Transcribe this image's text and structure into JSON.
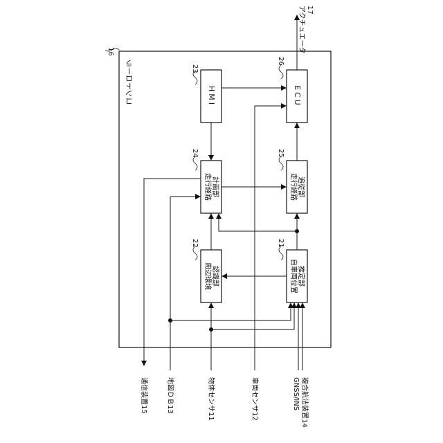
{
  "controller": {
    "label": "コントローラ",
    "ref": "16"
  },
  "blocks": {
    "hmi": {
      "label": "HMI",
      "ref": "23"
    },
    "ecu": {
      "label": "ECU",
      "ref": "26"
    },
    "route": {
      "line1": "走行経路",
      "line2": "計画部",
      "ref": "24"
    },
    "follow": {
      "line1": "走行経路",
      "line2": "追従部",
      "ref": "25"
    },
    "surround": {
      "line1": "周辺環境",
      "line2": "認識部",
      "ref": "22"
    },
    "selfpos": {
      "line1": "自車両位置",
      "line2": "推定部",
      "ref": "21"
    }
  },
  "externals": {
    "comm": "通信装置15",
    "mapdb": "地図ＤＢ13",
    "objsens": "物体センサ11",
    "vehsens": "車両センサ12",
    "gnss1": "GNSS/INS",
    "gnss2": "複合航法装置14",
    "actuator": "アクチュエータ",
    "actuator_ref": "17"
  }
}
